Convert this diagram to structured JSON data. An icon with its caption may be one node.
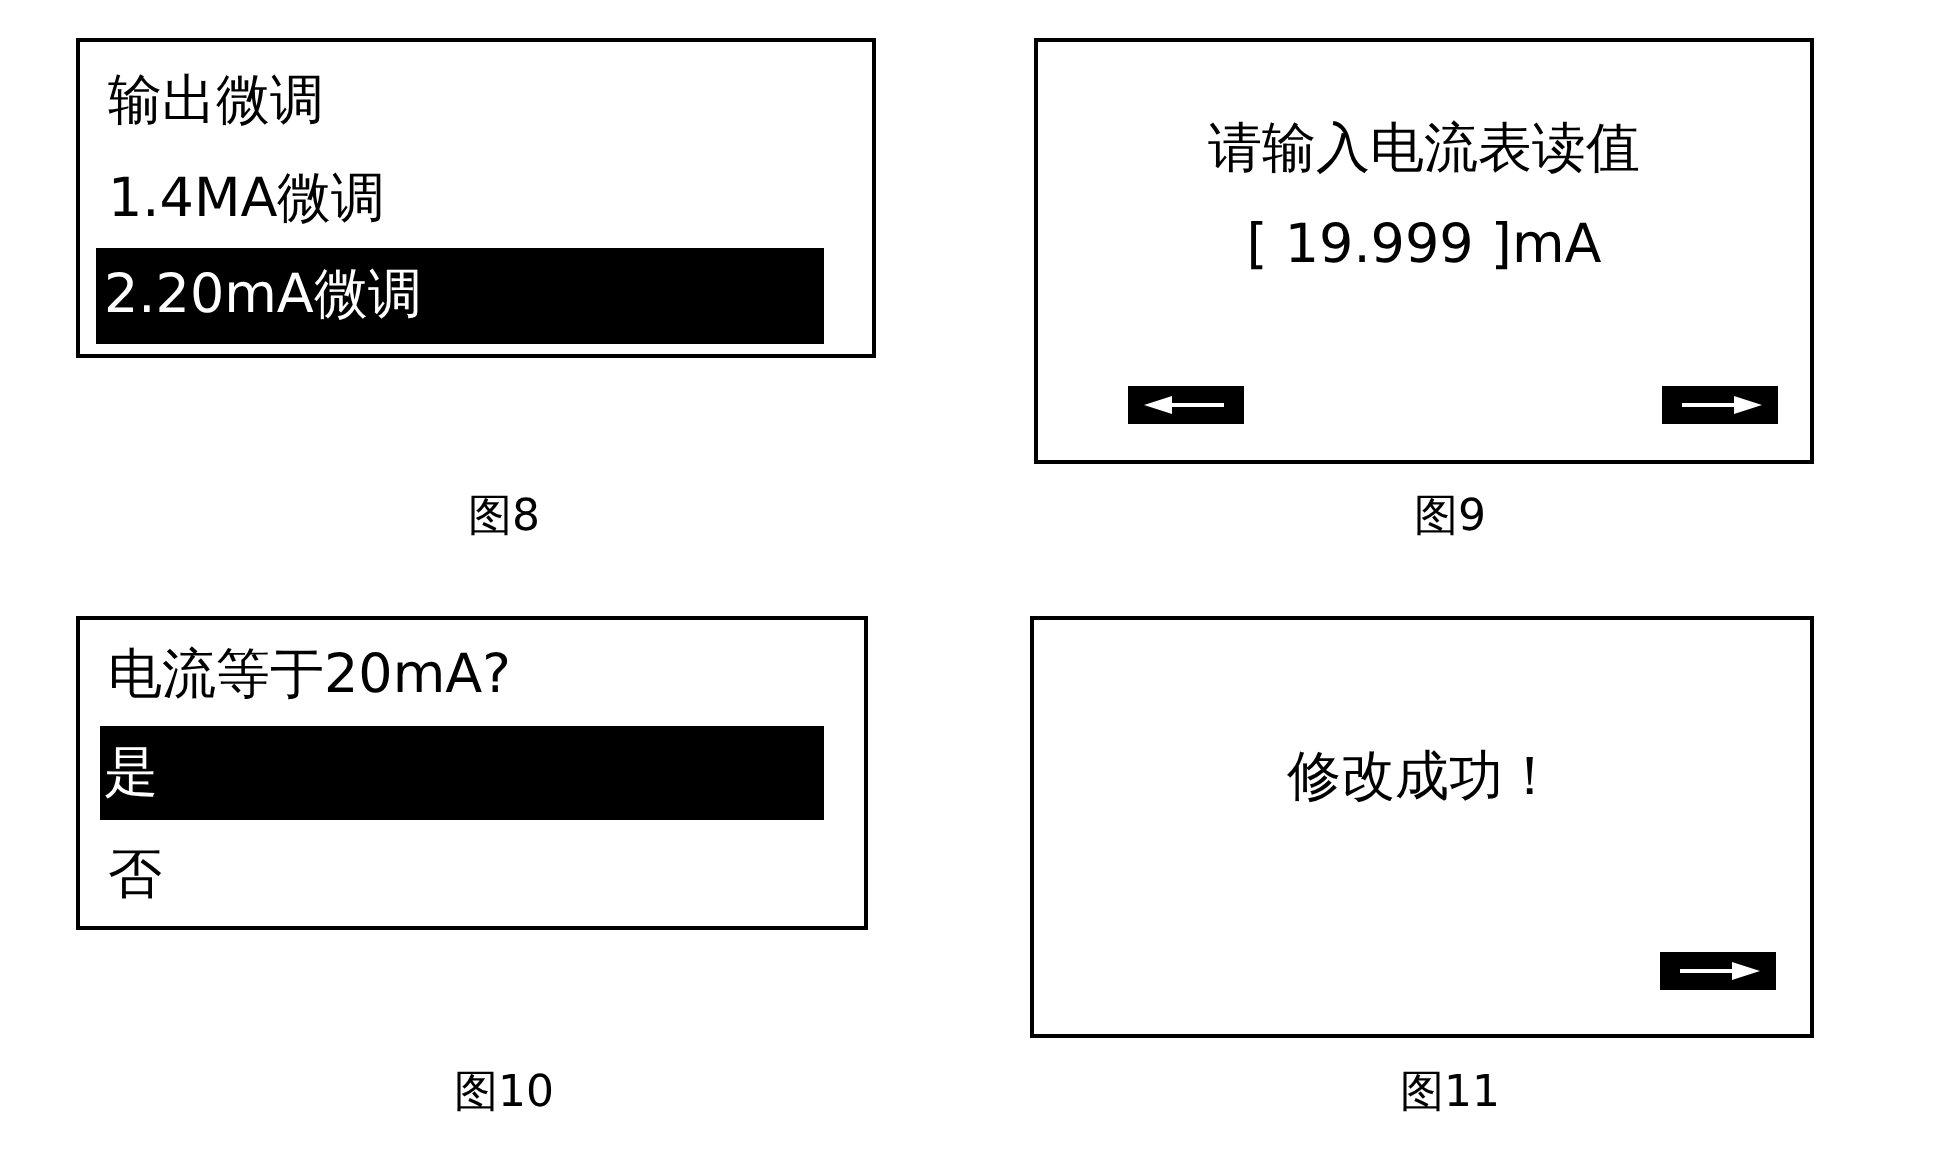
{
  "diagram": {
    "nodes": [
      {
        "text": [
          "输出微调",
          "1.4MA微调"
        ],
        "beside": [
          "图8"
        ]
      },
      {
        "text": [
          "2.20mA微调"
        ],
        "in": 0
      },
      {
        "text": [
          "请输入电流表读值",
          "[ 19.999 ]mA"
        ],
        "beside": [
          "图9"
        ]
      },
      {
        "text": [
          "电流等于20mA?",
          "否"
        ],
        "beside": [
          "图10"
        ]
      },
      {
        "text": [
          "是"
        ],
        "in": 3
      },
      {
        "text": [
          "修改成功！"
        ],
        "beside": [
          "图11"
        ]
      }
    ]
  }
}
